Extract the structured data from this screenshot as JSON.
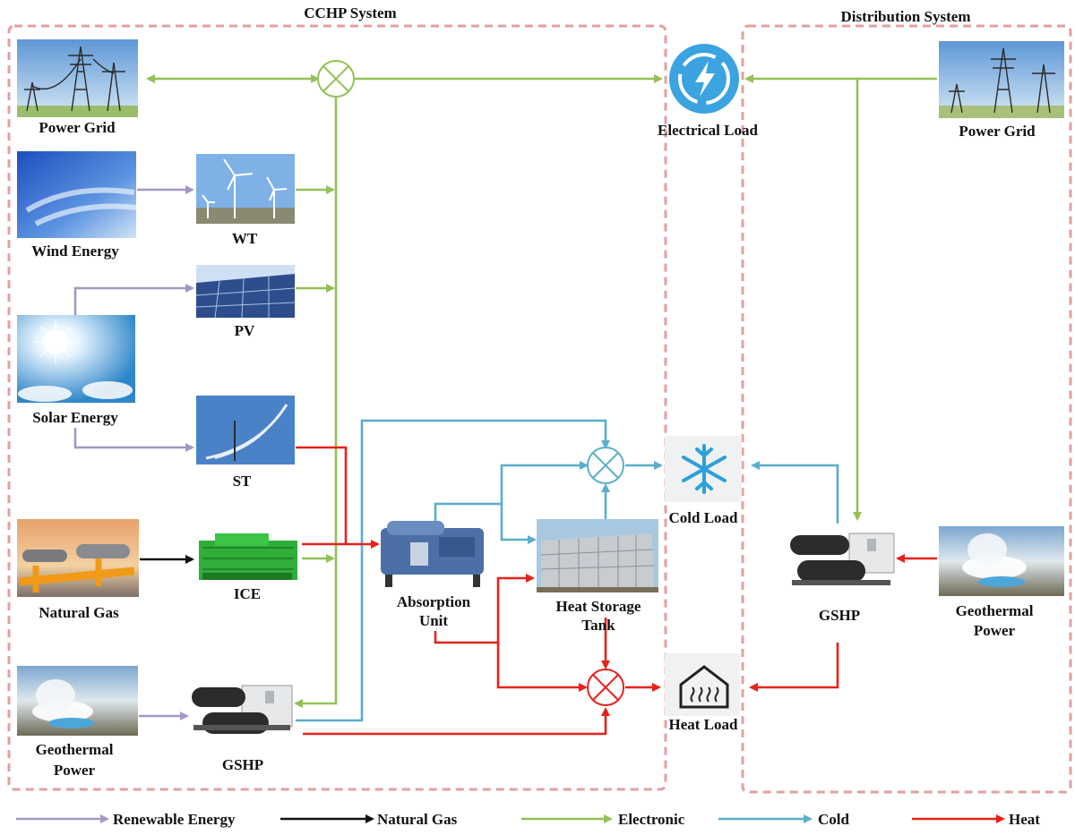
{
  "titles": {
    "cchp": "CCHP System",
    "distribution": "Distribution System"
  },
  "nodes": {
    "power_grid_left": "Power Grid",
    "wind_energy": "Wind Energy",
    "wt": "WT",
    "pv": "PV",
    "solar_energy": "Solar Energy",
    "st": "ST",
    "natural_gas": "Natural Gas",
    "ice": "ICE",
    "absorption_line1": "Absorption",
    "absorption_line2": "Unit",
    "heat_storage_line1": "Heat Storage",
    "heat_storage_line2": "Tank",
    "geothermal_left_line1": "Geothermal",
    "geothermal_left_line2": "Power",
    "gshp_left": "GSHP",
    "electrical_load": "Electrical Load",
    "cold_load": "Cold Load",
    "heat_load": "Heat Load",
    "power_grid_right": "Power Grid",
    "gshp_right": "GSHP",
    "geothermal_right_line1": "Geothermal",
    "geothermal_right_line2": "Power"
  },
  "legend": [
    {
      "label": "Renewable Energy",
      "color": "#a597c4"
    },
    {
      "label": "Natural Gas",
      "color": "#111111"
    },
    {
      "label": "Electronic",
      "color": "#94c157"
    },
    {
      "label": "Cold",
      "color": "#5aaecb"
    },
    {
      "label": "Heat",
      "color": "#e8211b"
    }
  ],
  "colors": {
    "renewable": "#a597c4",
    "gas": "#111111",
    "electric": "#94c157",
    "cold": "#5aaecb",
    "heat": "#e8211b",
    "border": "#e3a0a0"
  },
  "icons": [
    "power-tower-icon",
    "wind-turbine-icon",
    "solar-panel-icon",
    "sun-icon",
    "solar-thermal-mirror-icon",
    "gas-pipes-icon",
    "engine-icon",
    "chiller-icon",
    "water-tank-icon",
    "geyser-icon",
    "heat-pump-icon",
    "lightning-icon",
    "snowflake-icon",
    "heater-house-icon"
  ]
}
